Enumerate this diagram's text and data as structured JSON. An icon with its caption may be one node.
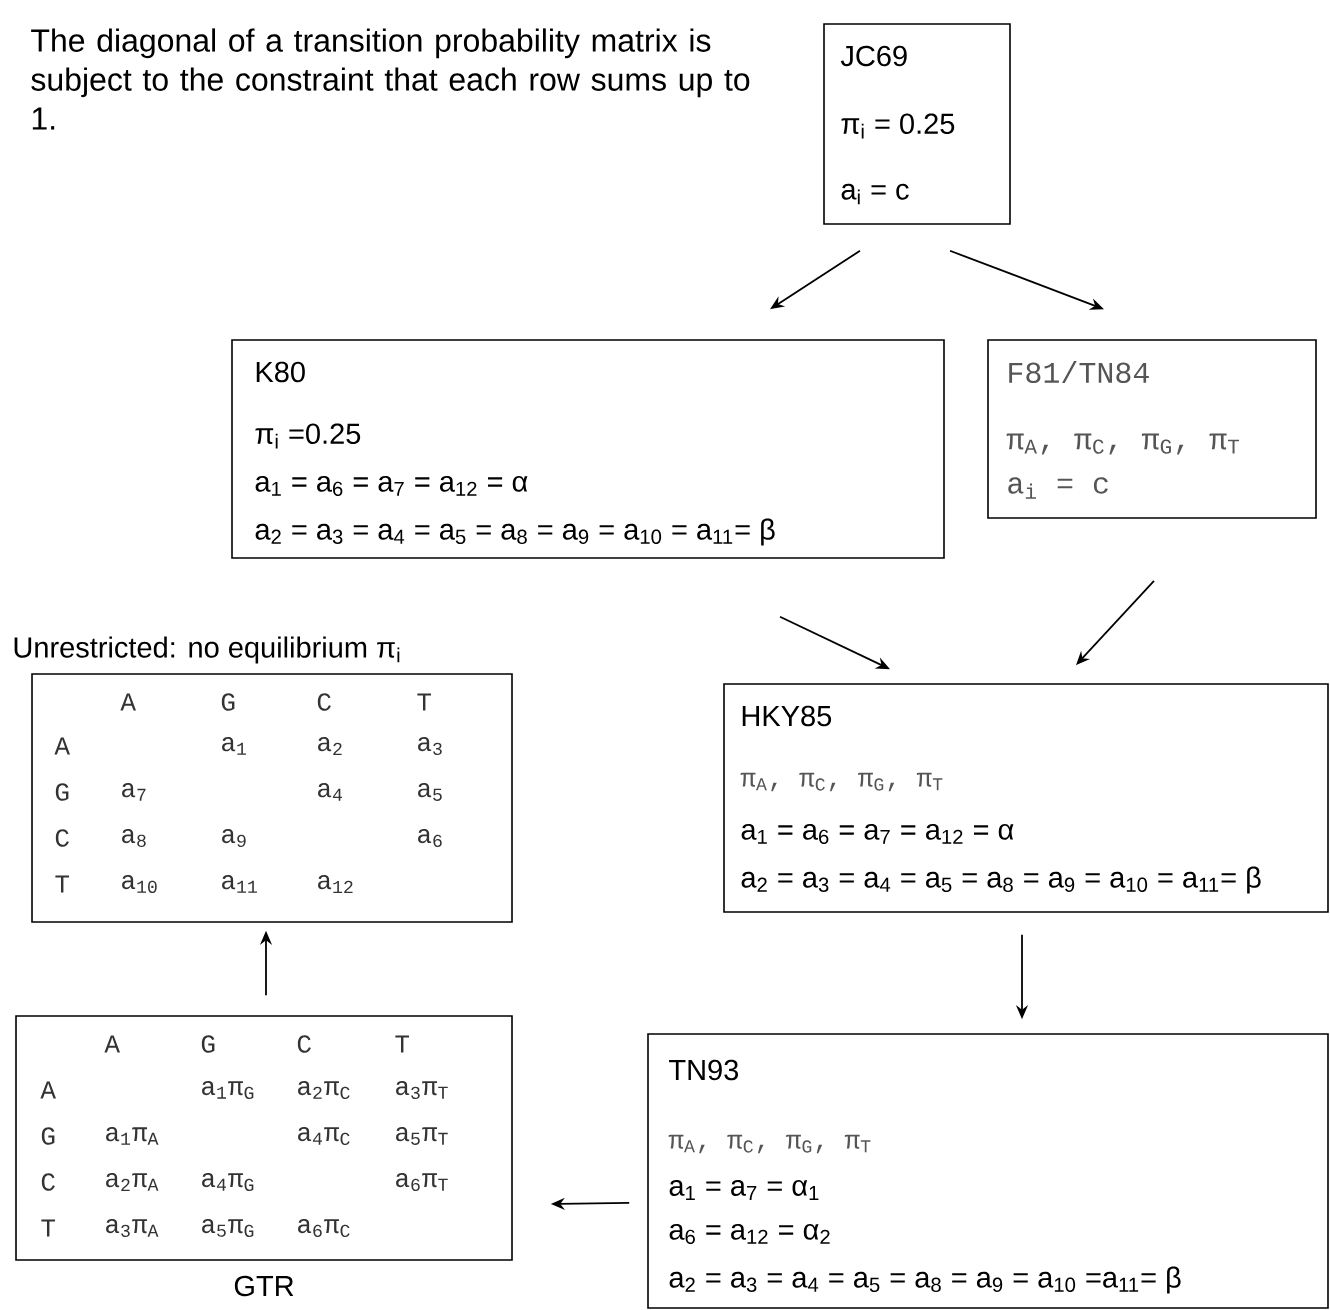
{
  "diagram": {
    "nodes": [
      {
        "text": [
          "JC69",
          "π$_{i}$ = 0.25",
          "a$_{i}$ = c"
        ]
      },
      {
        "text": [
          "K80",
          "π$_{i}$ =0.25",
          "a$_{1}$ = a$_{6}$ = a$_{7}$ = a$_{12}$ = α",
          "a$_{2}$ = a$_{3}$ = a$_{4}$ = a$_{5}$ = a$_{8}$ = a$_{9}$ = a$_{10}$ = a$_{11}$= β"
        ]
      },
      {
        "text": [
          "F81/TN84",
          "π$_{A}$, π$_{C}$, π$_{G}$, π$_{T}$",
          "a$_{i}$ = c"
        ]
      },
      {
        "text": [
          "Unrestricted: no equilibrium π$_{i}$",
          "A",
          "G",
          "C",
          "T",
          "A",
          "a$_{1}$",
          "a$_{2}$",
          "a$_{3}$",
          "G",
          "a$_{7}$",
          "a$_{4}$",
          "a$_{5}$",
          "C",
          "a$_{8}$",
          "a$_{9}$",
          "a$_{6}$",
          "T",
          "a$_{10}$",
          "a$_{11}$",
          "a$_{12}$"
        ]
      },
      {
        "text": [
          "HKY85",
          "π$_{A}$, π$_{C}$, π$_{G}$, π$_{T}$",
          "a$_{1}$ = a$_{6}$ = a$_{7}$ = a$_{12}$ = α",
          "a$_{2}$ = a$_{3}$ = a$_{4}$ = a$_{5}$ = a$_{8}$ = a$_{9}$ = a$_{10}$ = a$_{11}$= β"
        ]
      },
      {
        "text": [
          "A",
          "G",
          "C",
          "T",
          "A",
          "a$_{1}$π$_{G}$",
          "a$_{2}$π$_{C}$",
          "a$_{3}$π$_{T}$",
          "G",
          "a$_{1}$π$_{A}$",
          "a$_{4}$π$_{C}$",
          "a$_{5}$π$_{T}$",
          "C",
          "a$_{2}$π$_{A}$",
          "a$_{4}$π$_{G}$",
          "a$_{6}$π$_{T}$",
          "T",
          "a$_{3}$π$_{A}$",
          "a$_{5}$π$_{G}$",
          "a$_{6}$π$_{C}$",
          "GTR"
        ]
      },
      {
        "text": [
          "TN93",
          "π$_{A}$, π$_{C}$, π$_{G}$, π$_{T}$",
          "a$_{1}$ = a$_{7}$ = α$_{1}$",
          "a$_{6}$ = a$_{12}$ = α$_{2}$",
          "a$_{2}$ = a$_{3}$ = a$_{4}$ = a$_{5}$ = a$_{8}$ = a$_{9}$ = a$_{10}$ =a$_{11}$= β"
        ]
      }
    ],
    "edges": [
      {
        "from": 0,
        "to": 1,
        "arrow": "to"
      },
      {
        "from": 0,
        "to": 2,
        "arrow": "to"
      },
      {
        "from": 1,
        "to": 4,
        "arrow": "to"
      },
      {
        "from": 2,
        "to": 4,
        "arrow": "to"
      },
      {
        "from": 4,
        "to": 6,
        "arrow": "to"
      },
      {
        "from": 6,
        "to": 5,
        "arrow": "to"
      },
      {
        "from": 5,
        "to": 3,
        "arrow": "to"
      }
    ],
    "labels": [
      "The diagonal of a transition probability matrix is subject to the constraint that each row sums up to 1."
    ]
  }
}
